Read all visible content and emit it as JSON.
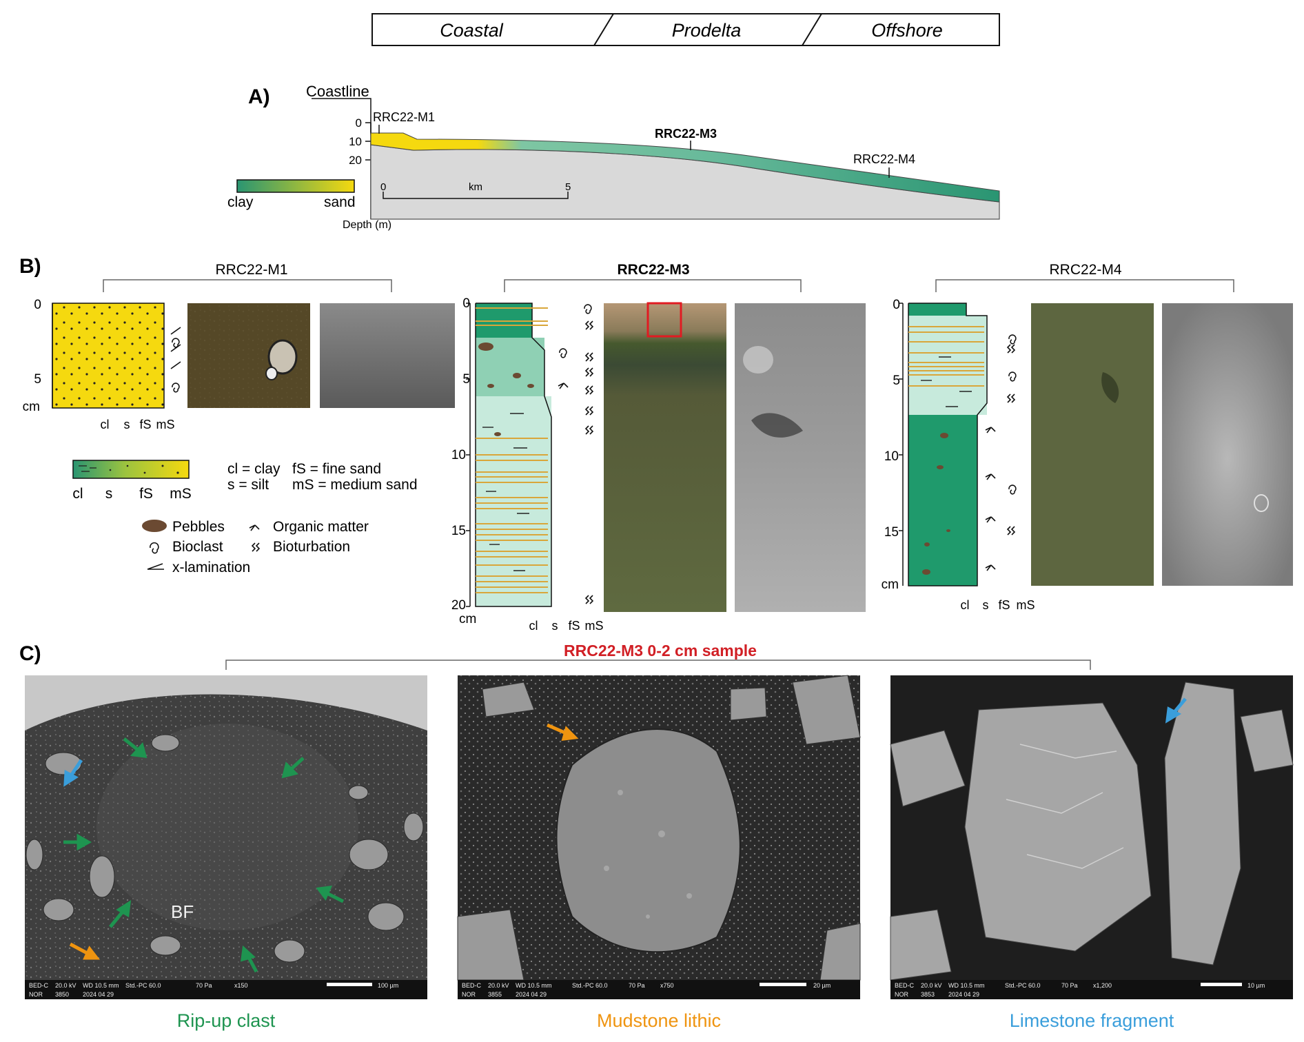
{
  "header": {
    "zones": [
      "Coastal",
      "Prodelta",
      "Offshore"
    ]
  },
  "panel_a": {
    "label": "A)",
    "coastline": "Coastline",
    "depth_ticks": [
      "0",
      "10",
      "20"
    ],
    "depth_unit": "Depth (m)",
    "scale_start": "0",
    "scale_unit": "km",
    "scale_end": "5",
    "grain_left": "clay",
    "grain_right": "sand",
    "sites": [
      "RRC22-M1",
      "RRC22-M3",
      "RRC22-M4"
    ],
    "colors": {
      "sand": "#f5d90f",
      "clay": "#2a9572",
      "seafloor": "#d8d8d8"
    }
  },
  "panel_b": {
    "label": "B)",
    "cores": [
      {
        "name": "RRC22-M1",
        "ticks": [
          "0",
          "5"
        ],
        "unit": "cm"
      },
      {
        "name": "RRC22-M3",
        "ticks": [
          "0",
          "5",
          "10",
          "15",
          "20"
        ],
        "unit": "cm"
      },
      {
        "name": "RRC22-M4",
        "ticks": [
          "0",
          "5",
          "10",
          "15"
        ],
        "unit": "cm"
      }
    ],
    "grain_axis": [
      "cl",
      "s",
      "fS",
      "mS"
    ],
    "legend": {
      "grain_scale": [
        "cl",
        "s",
        "fS",
        "mS"
      ],
      "abbrev_1": "cl = clay",
      "abbrev_2": "fS = fine sand",
      "abbrev_3": "s = silt",
      "abbrev_4": "mS = medium sand",
      "pebbles": "Pebbles",
      "bioclast": "Bioclast",
      "xlam": "x-lamination",
      "organic": "Organic matter",
      "bioturbation": "Bioturbation"
    }
  },
  "panel_c": {
    "label": "C)",
    "title": "RRC22-M3 0-2 cm sample",
    "images": [
      {
        "caption": "Rip-up clast",
        "annot": "BF",
        "bar": {
          "a": "BED-C",
          "b": "20.0 kV",
          "c": "WD 10.5 mm",
          "d": "Std.-PC 60.0",
          "e": "70 Pa",
          "f": "x150",
          "g": "NOR",
          "h": "3850",
          "i": "2024 04 29",
          "scale": "100 µm"
        }
      },
      {
        "caption": "Mudstone lithic",
        "annot": "",
        "bar": {
          "a": "BED-C",
          "b": "20.0 kV",
          "c": "WD 10.5 mm",
          "d": "Std.-PC 60.0",
          "e": "70 Pa",
          "f": "x750",
          "g": "NOR",
          "h": "3855",
          "i": "2024 04 29",
          "scale": "20 µm"
        }
      },
      {
        "caption": "Limestone fragment",
        "annot": "",
        "bar": {
          "a": "BED-C",
          "b": "20.0 kV",
          "c": "WD 10.5 mm",
          "d": "Std.-PC 60.0",
          "e": "70 Pa",
          "f": "x1,200",
          "g": "NOR",
          "h": "3853",
          "i": "2024 04 29",
          "scale": "10 µm"
        }
      }
    ],
    "colors": {
      "rip": "#1e9450",
      "mud": "#ef9410",
      "lime": "#3a9edb",
      "title": "#d11f25"
    }
  }
}
